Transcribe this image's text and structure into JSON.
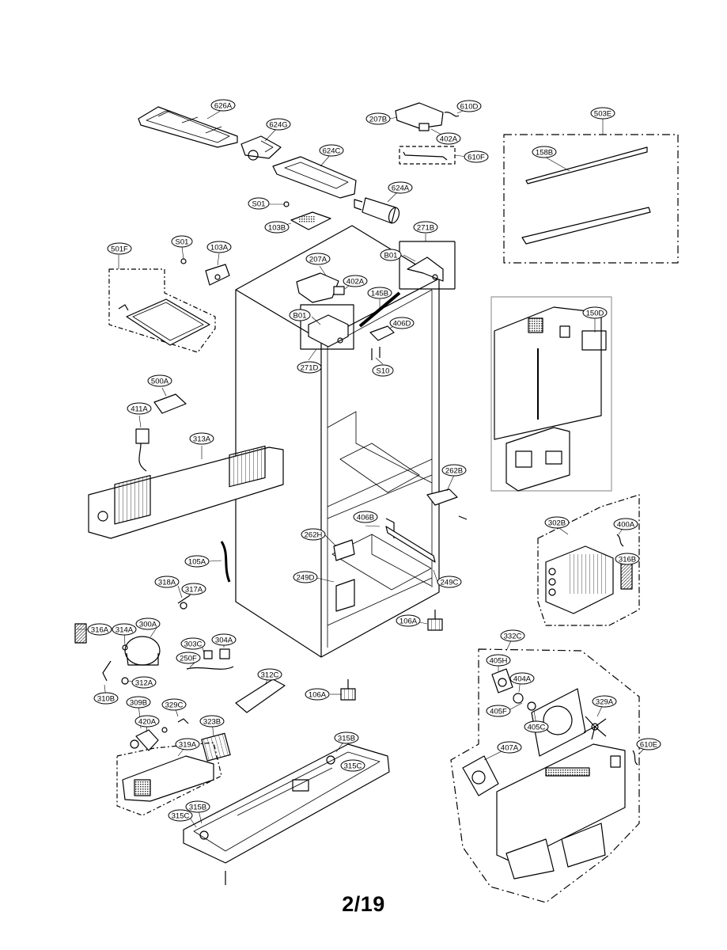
{
  "page_number": "2/19",
  "callouts": {
    "c626A": "626A",
    "c624G": "624G",
    "c624C": "624C",
    "c624A": "624A",
    "c207B": "207B",
    "c610D": "610D",
    "c402A_top": "402A",
    "c610F": "610F",
    "c503E": "503E",
    "c158B": "158B",
    "cS01_a": "S01",
    "c103B": "103B",
    "c271B": "271B",
    "cB01_a": "B01",
    "c501F": "501F",
    "cS01_b": "S01",
    "c103A": "103A",
    "c207A": "207A",
    "c402A_mid": "402A",
    "c145B": "145B",
    "cB01_b": "B01",
    "c406D": "406D",
    "cS10": "S10",
    "c271D": "271D",
    "c150D": "150D",
    "c500A": "500A",
    "c411A": "411A",
    "c313A": "313A",
    "c262B": "262B",
    "c406B": "406B",
    "c262H": "262H",
    "c302B": "302B",
    "c400A": "400A",
    "c316B": "316B",
    "c105A": "105A",
    "c249D": "249D",
    "c249C": "249C",
    "c318A": "318A",
    "c317A": "317A",
    "c106A_a": "106A",
    "c316A": "316A",
    "c314A": "314A",
    "c300A": "300A",
    "c303C": "303C",
    "c304A": "304A",
    "c250F": "250F",
    "c312C": "312C",
    "c312A": "312A",
    "c310B": "310B",
    "c106A_b": "106A",
    "c332C": "332C",
    "c405H": "405H",
    "c404A": "404A",
    "c405F": "405F",
    "c405C": "405C",
    "c329A": "329A",
    "c309B": "309B",
    "c329C": "329C",
    "c420A": "420A",
    "c323B": "323B",
    "c315B_a": "315B",
    "c319A": "319A",
    "c315C_a": "315C",
    "c407A": "407A",
    "c610E": "610E",
    "c315B_b": "315B",
    "c315C_b": "315C"
  }
}
